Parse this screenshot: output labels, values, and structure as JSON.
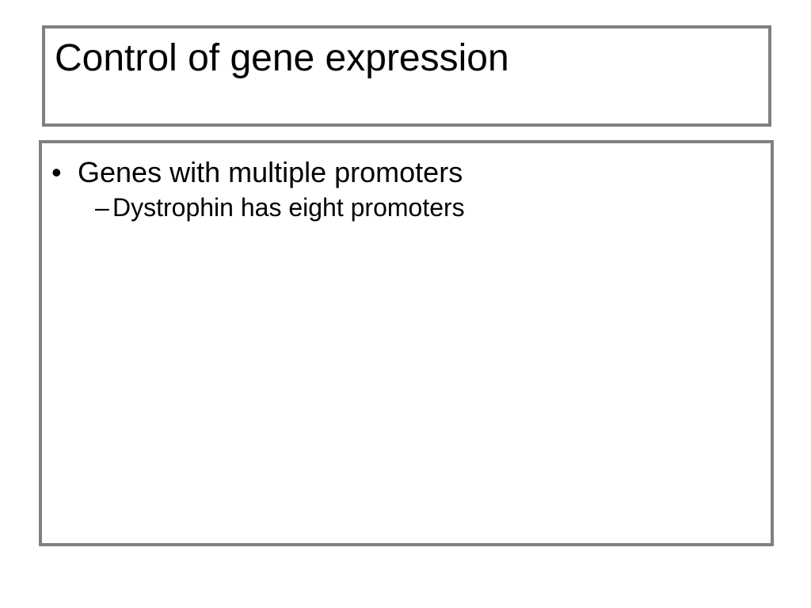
{
  "slide": {
    "title": "Control of gene expression",
    "bullets": [
      {
        "marker": "•",
        "text": "Genes with multiple promoters",
        "subitems": [
          {
            "marker": "–",
            "text": "Dystrophin has eight promoters"
          }
        ]
      }
    ]
  },
  "colors": {
    "border": "#808080",
    "background": "#ffffff",
    "text": "#000000"
  }
}
